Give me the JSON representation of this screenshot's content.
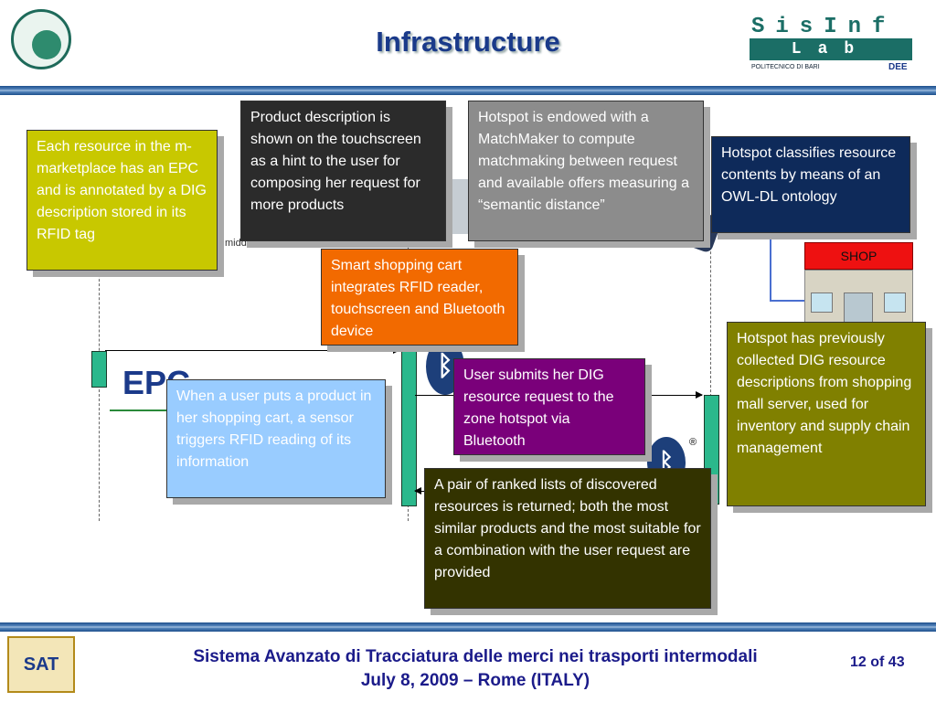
{
  "header": {
    "title": "Infrastructure",
    "logo_right_line1": "SisInf",
    "logo_right_line2": "Lab",
    "logo_right_sub": "POLITECNICO DI BARI",
    "logo_right_dept": "DEE"
  },
  "diagram": {
    "middleware_label": "middleware",
    "shop_label": "SHOP",
    "epc_logo_text": "EPC",
    "bluetooth_mark": "®",
    "notes": {
      "resource_epc": "Each resource in the m-marketplace has an EPC and is annotated by a DIG description stored in its RFID tag",
      "product_description": "Product description is shown on the touchscreen as a hint to the user for composing her request for more products",
      "hotspot_matchmaker": "Hotspot is endowed with a MatchMaker to compute matchmaking between request and available offers measuring a “semantic distance”",
      "hotspot_classifies": "Hotspot classifies resource contents by means of an OWL-DL ontology",
      "smart_cart": "Smart shopping cart integrates RFID reader, touchscreen and Bluetooth device",
      "hotspot_collected": "Hotspot has previously collected DIG resource descriptions from shopping mall server, used for inventory and supply chain management",
      "sensor_trigger": "When a user puts a product in her shopping cart, a sensor triggers RFID reading of its information",
      "user_submits": "User submits her DIG resource request to the zone hotspot via Bluetooth",
      "ranked_lists": "A pair of ranked lists of discovered resources is returned; both the most similar products and the most suitable for a combination with the user request are provided"
    }
  },
  "footer": {
    "line1": "Sistema Avanzato di Tracciatura delle merci nei trasporti intermodali",
    "line2": "July 8, 2009 – Rome (ITALY)",
    "page": "12 of 43",
    "logo_text": "SAT"
  },
  "colors": {
    "title": "#1a3a8a",
    "yellow_note": "#c8c800",
    "dark_note": "#2b2b2b",
    "gray_note": "#8c8c8c",
    "navy_note": "#0e2a5a",
    "orange_note": "#f26a00",
    "olive_note": "#808000",
    "lightblue_note": "#99ccff",
    "purple_note": "#7a007a",
    "darkolive_note": "#333300",
    "lifeline": "#2bb88c"
  }
}
